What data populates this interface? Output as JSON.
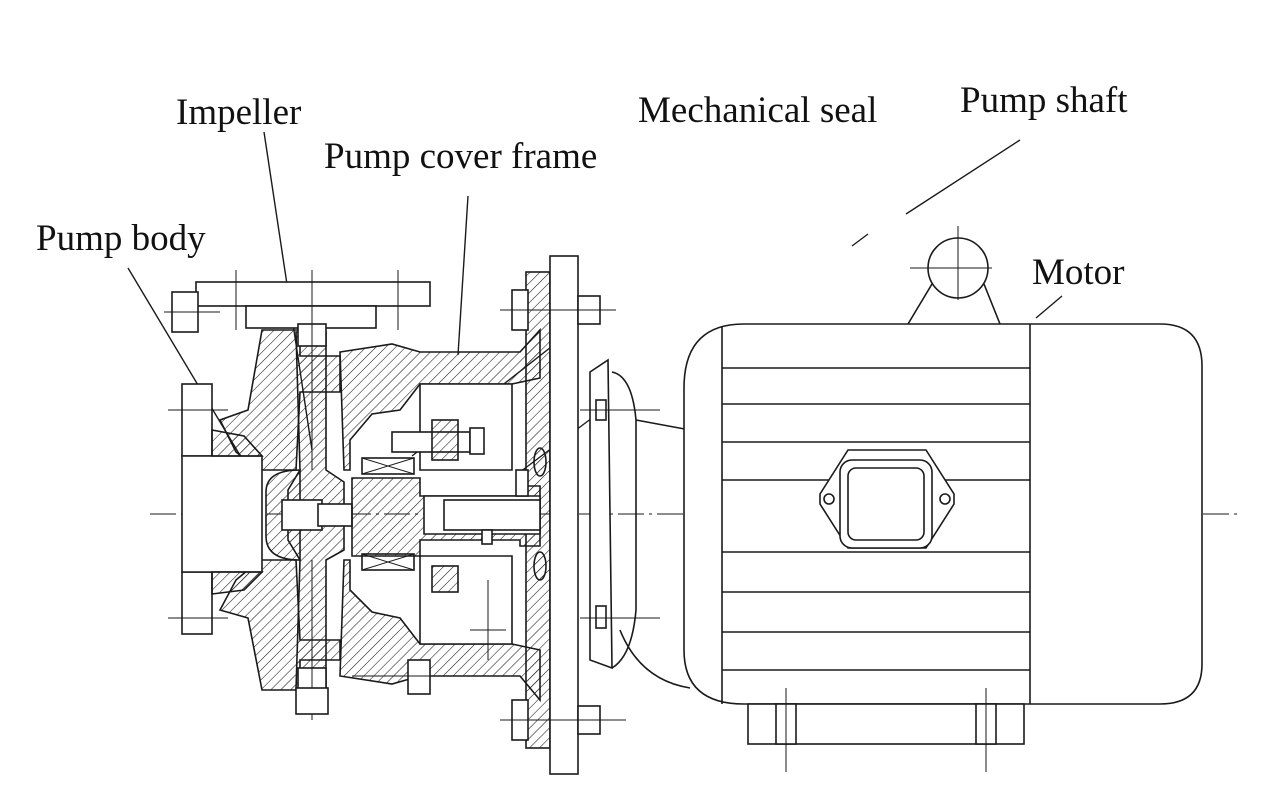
{
  "labels": {
    "impeller": "Impeller",
    "mechanical_seal": "Mechanical seal",
    "pump_shaft": "Pump shaft",
    "pump_cover_frame": "Pump cover frame",
    "pump_body": "Pump body",
    "motor": "Motor"
  },
  "colors": {
    "line": "#1a1a1a",
    "background": "#ffffff"
  }
}
